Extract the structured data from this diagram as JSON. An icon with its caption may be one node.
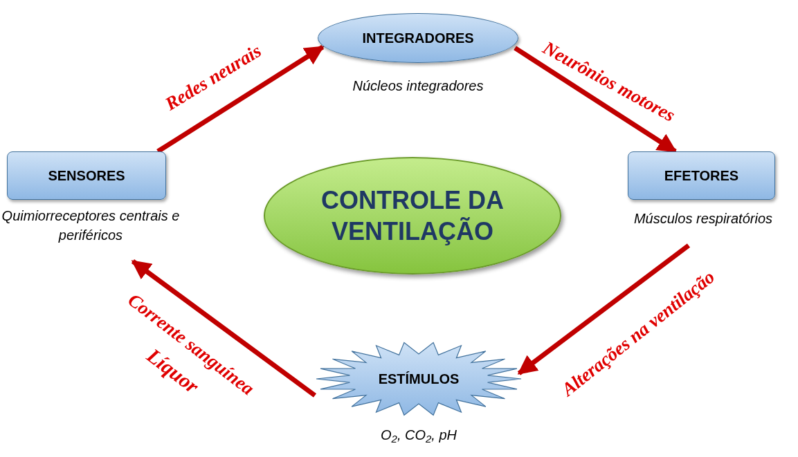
{
  "diagram": {
    "nodes": [
      {
        "text": [
          "INTEGRADORES"
        ],
        "beside": [
          "Núcleos integradores"
        ]
      },
      {
        "text": [
          "SENSORES"
        ],
        "beside": [
          "Quimiorreceptores centrais e periféricos"
        ]
      },
      {
        "text": [
          "CONTROLE DA VENTILAÇÃO"
        ]
      },
      {
        "text": [
          "EFETORES"
        ],
        "beside": [
          "Músculos respiratórios"
        ]
      },
      {
        "text": [
          "ESTÍMULOS"
        ],
        "beside": [
          "O$_{2}$, CO$_{2}$, pH"
        ]
      }
    ],
    "edges": [
      {
        "from": 1,
        "to": 0,
        "arrow": "to",
        "label": "Redes neurais"
      },
      {
        "from": 0,
        "to": 3,
        "arrow": "to",
        "label": "Neurônios motores"
      },
      {
        "from": 3,
        "to": 4,
        "arrow": "to",
        "label": "Alterações na ventilação"
      },
      {
        "from": 4,
        "to": 1,
        "arrow": "to",
        "label": "Corrente sanguínea"
      }
    ],
    "labels": [
      "Líquor"
    ]
  }
}
